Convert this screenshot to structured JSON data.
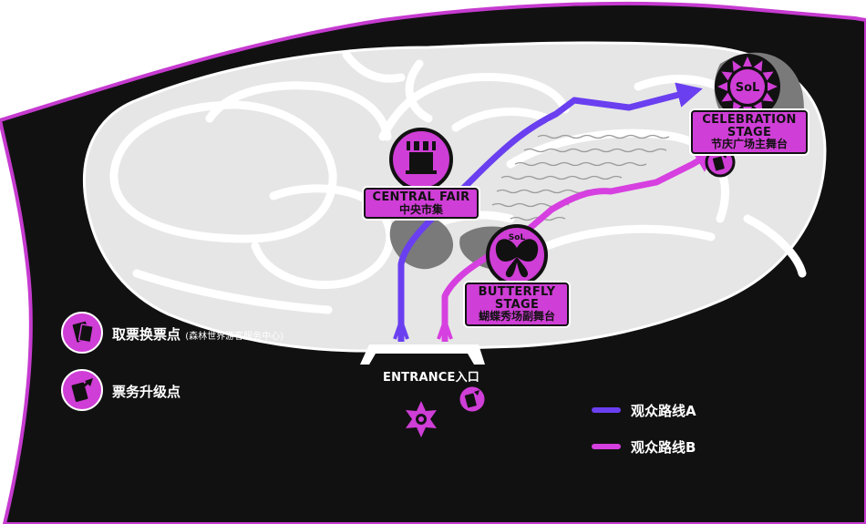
{
  "colors": {
    "ground": "#111111",
    "park": "#e6e6e6",
    "path": "#ffffff",
    "outline": "#c63bd0",
    "accent": "#cf3ed6",
    "route_a": "#6a3ff0",
    "route_b": "#d63fe0",
    "grey_area": "#7a7a7a"
  },
  "venues": {
    "celebration": {
      "name_en": "CELEBRATION STAGE",
      "name_cn": "节庆广场主舞台",
      "icon": "sun-flower-logo-icon",
      "logo_text": "SoL"
    },
    "central_fair": {
      "name_en": "CENTRAL FAIR",
      "name_cn": "中央市集",
      "icon": "market-stall-icon"
    },
    "butterfly": {
      "name_en": "BUTTERFLY STAGE",
      "name_cn": "蝴蝶秀场副舞台",
      "icon": "butterfly-icon",
      "logo_text": "SoL"
    }
  },
  "entrance": {
    "label": "ENTRANCE入口",
    "icon": "star-compass-icon"
  },
  "legend": {
    "ticket_exchange": {
      "label": "取票换票点",
      "note": "(森林世界游客服务中心)",
      "icon": "ticket-exchange-icon"
    },
    "ticket_upgrade": {
      "label": "票务升级点",
      "icon": "ticket-upgrade-icon"
    },
    "route_a": {
      "label": "观众路线A"
    },
    "route_b": {
      "label": "观众路线B"
    }
  }
}
